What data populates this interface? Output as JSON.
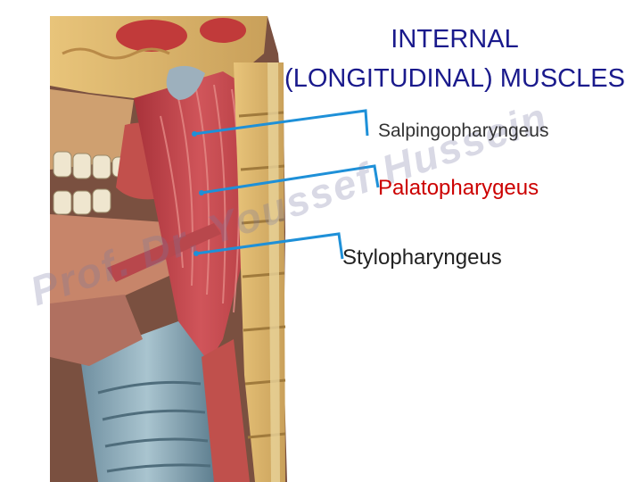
{
  "title": {
    "line1": "INTERNAL",
    "line2": "(LONGITUDINAL) MUSCLES"
  },
  "labels": [
    {
      "text": "Salpingopharyngeus",
      "color": "#333333"
    },
    {
      "text": "Palatopharygeus",
      "color": "#cc0000"
    },
    {
      "text": "Stylopharyngeus",
      "color": "#222222"
    }
  ],
  "watermark": "Prof. Dr. Youssef Hussein",
  "colors": {
    "title": "#1a1a8c",
    "pointer": "#1e90d8"
  }
}
